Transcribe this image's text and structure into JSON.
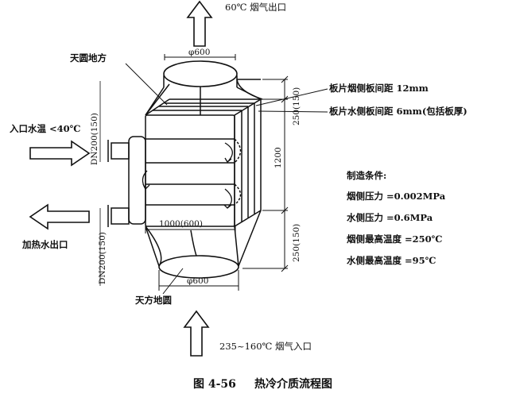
{
  "labels": {
    "flue_outlet": "60℃ 烟气出口",
    "flue_inlet": "235~160℃ 烟气入口",
    "top_transition": "天圆地方",
    "bottom_transition": "天方地圆",
    "water_inlet": "入口水温 <40℃",
    "water_outlet": "加热水出口",
    "plate_flue_spacing": "板片烟侧板间距 12mm",
    "plate_water_spacing": "板片水侧板间距 6mm(包括板厚)"
  },
  "dimensions": {
    "top_diameter": "φ600",
    "bottom_diameter": "φ600",
    "inlet_pipe": "DN200(150)",
    "outlet_pipe": "DN200(150)",
    "top_transition_height": "250(150)",
    "core_height": "1200",
    "bottom_transition_height": "250(150)",
    "core_width": "1000(600)"
  },
  "conditions": {
    "title": "制造条件:",
    "items": [
      "烟侧压力 =0.002MPa",
      "水侧压力 =0.6MPa",
      "烟侧最高温度 =250℃",
      "水侧最高温度 =95℃"
    ]
  },
  "caption": {
    "number": "图 4-56",
    "title": "热冷介质流程图"
  },
  "icons": {
    "flow_arrow_up": "hollow-up-arrow-icon",
    "flow_arrow_right": "hollow-right-arrow-icon",
    "flow_arrow_left": "hollow-left-arrow-icon",
    "swirl_arrow": "curved-flow-arrow-icon"
  }
}
